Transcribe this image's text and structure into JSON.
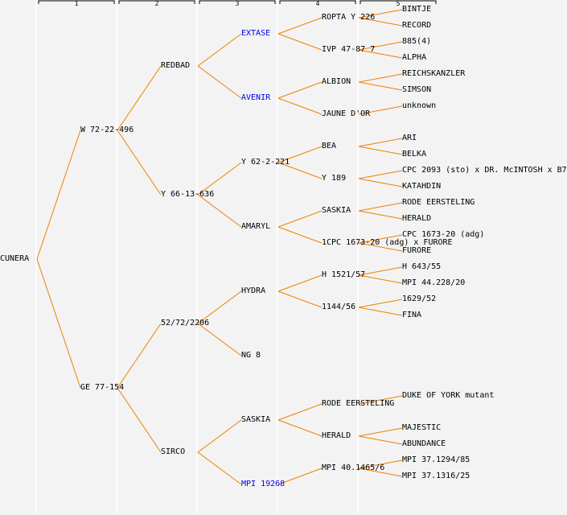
{
  "colors": {
    "background": "#f3f3f3",
    "line": "#f08000",
    "separator": "#ffffff",
    "text": "#000000",
    "link": "#0000ee"
  },
  "generations": [
    "1",
    "2",
    "3",
    "4",
    "5"
  ],
  "tree": {
    "label": "CUNERA",
    "children": [
      {
        "label": "W 72-22-496",
        "children": [
          {
            "label": "REDBAD",
            "children": [
              {
                "label": "EXTASE",
                "link": true,
                "children": [
                  {
                    "label": "ROPTA Y 226",
                    "children": [
                      {
                        "label": "BINTJE"
                      },
                      {
                        "label": "RECORD"
                      }
                    ]
                  },
                  {
                    "label": "IVP 47-87 7",
                    "children": [
                      {
                        "label": "885(4)"
                      },
                      {
                        "label": "ALPHA"
                      }
                    ]
                  }
                ]
              },
              {
                "label": "AVENIR",
                "link": true,
                "children": [
                  {
                    "label": "ALBION",
                    "children": [
                      {
                        "label": "REICHSKANZLER"
                      },
                      {
                        "label": "SIMSON"
                      }
                    ]
                  },
                  {
                    "label": "JAUNE D'OR",
                    "children": [
                      {
                        "label": "unknown"
                      }
                    ]
                  }
                ]
              }
            ]
          },
          {
            "label": "Y 66-13-636",
            "children": [
              {
                "label": "Y 62-2-221",
                "children": [
                  {
                    "label": "BEA",
                    "children": [
                      {
                        "label": "ARI"
                      },
                      {
                        "label": "BELKA"
                      }
                    ]
                  },
                  {
                    "label": "Y 189",
                    "children": [
                      {
                        "label": "CPC 2093 (sto) x DR. McINTOSH x B7"
                      },
                      {
                        "label": "KATAHDIN"
                      }
                    ]
                  }
                ]
              },
              {
                "label": "AMARYL",
                "children": [
                  {
                    "label": "SASKIA",
                    "children": [
                      {
                        "label": "RODE EERSTELING"
                      },
                      {
                        "label": "HERALD"
                      }
                    ]
                  },
                  {
                    "label": "1CPC 1673-20 (adg) x FURORE",
                    "children": [
                      {
                        "label": "CPC 1673-20 (adg)"
                      },
                      {
                        "label": "FURORE"
                      }
                    ]
                  }
                ]
              }
            ]
          }
        ]
      },
      {
        "label": "GE 77-154",
        "children": [
          {
            "label": "52/72/2206",
            "children": [
              {
                "label": "HYDRA",
                "children": [
                  {
                    "label": "H 1521/57",
                    "children": [
                      {
                        "label": "H 643/55"
                      },
                      {
                        "label": "MPI 44.228/20"
                      }
                    ]
                  },
                  {
                    "label": "1144/56",
                    "children": [
                      {
                        "label": "1629/52"
                      },
                      {
                        "label": "FINA"
                      }
                    ]
                  }
                ]
              },
              {
                "label": "NG 8",
                "children": []
              }
            ]
          },
          {
            "label": "SIRCO",
            "children": [
              {
                "label": "SASKIA",
                "children": [
                  {
                    "label": "RODE EERSTELING",
                    "children": [
                      {
                        "label": "DUKE OF YORK mutant"
                      }
                    ]
                  },
                  {
                    "label": "HERALD",
                    "children": [
                      {
                        "label": "MAJESTIC"
                      },
                      {
                        "label": "ABUNDANCE"
                      }
                    ]
                  }
                ]
              },
              {
                "label": "MPI 19268",
                "link": true,
                "children": [
                  {
                    "label": "MPI 40.1465/6",
                    "children": [
                      {
                        "label": "MPI 37.1294/85"
                      },
                      {
                        "label": "MPI 37.1316/25"
                      }
                    ]
                  }
                ]
              }
            ]
          }
        ]
      }
    ]
  }
}
